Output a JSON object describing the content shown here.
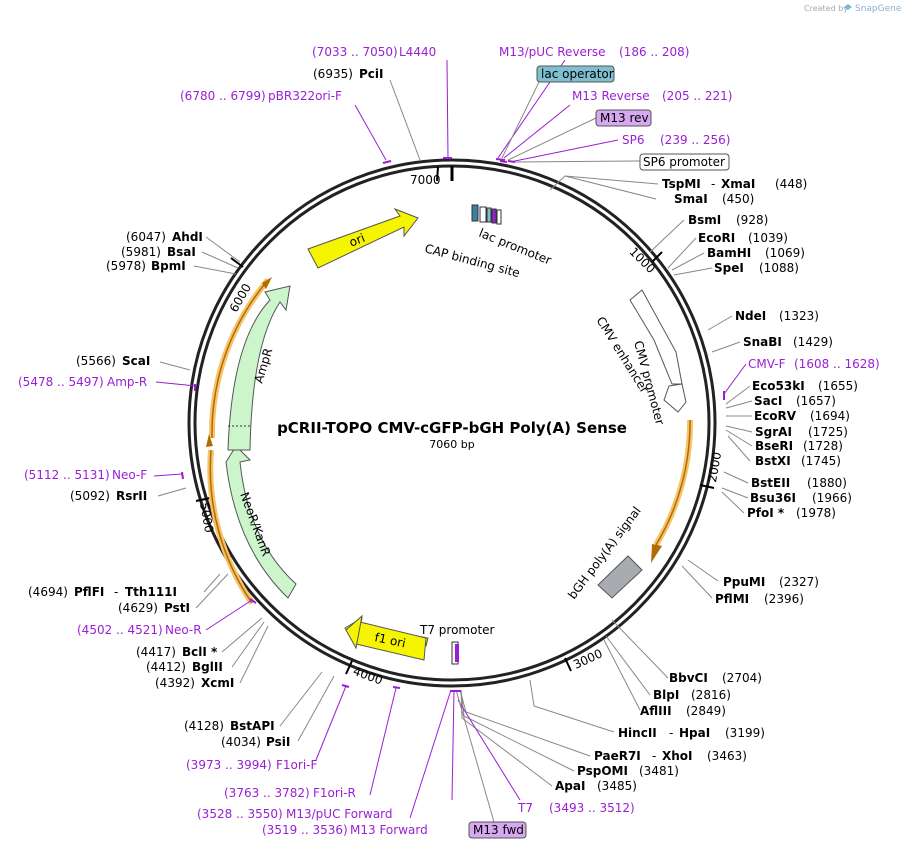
{
  "header": {
    "credit_text": "Created by",
    "credit_brand": "SnapGene"
  },
  "plasmid": {
    "name": "pCRII-TOPO CMV-cGFP-bGH Poly(A) Sense",
    "size_label": "7060 bp"
  },
  "ticks": [
    "7000",
    "1000",
    "2000",
    "3000",
    "4000",
    "5000",
    "6000"
  ],
  "features": [
    "ori",
    "lac promoter",
    "CAP binding site",
    "CMV enhancer",
    "CMV promoter",
    "bGH poly(A) signal",
    "T7 promoter",
    "f1 ori",
    "NeoR/KanR",
    "AmpR"
  ],
  "boxed_labels": [
    "lac operator",
    "M13 rev",
    "SP6 promoter",
    "M13 fwd"
  ],
  "enzymes_right": [
    {
      "name": "TspMI",
      "name2": "XmaI",
      "pos": "(448)"
    },
    {
      "name": "SmaI",
      "pos": "(450)"
    },
    {
      "name": "BsmI",
      "pos": "(928)"
    },
    {
      "name": "EcoRI",
      "pos": "(1039)"
    },
    {
      "name": "BamHI",
      "pos": "(1069)"
    },
    {
      "name": "SpeI",
      "pos": "(1088)"
    },
    {
      "name": "NdeI",
      "pos": "(1323)"
    },
    {
      "name": "SnaBI",
      "pos": "(1429)"
    },
    {
      "name": "Eco53kI",
      "pos": "(1655)"
    },
    {
      "name": "SacI",
      "pos": "(1657)"
    },
    {
      "name": "EcoRV",
      "pos": "(1694)"
    },
    {
      "name": "SgrAI",
      "pos": "(1725)"
    },
    {
      "name": "BseRI",
      "pos": "(1728)"
    },
    {
      "name": "BstXI",
      "pos": "(1745)"
    },
    {
      "name": "BstEII",
      "pos": "(1880)"
    },
    {
      "name": "Bsu36I",
      "pos": "(1966)"
    },
    {
      "name": "PfoI *",
      "pos": "(1978)"
    },
    {
      "name": "PpuMI",
      "pos": "(2327)"
    },
    {
      "name": "PflMI",
      "pos": "(2396)"
    },
    {
      "name": "BbvCI",
      "pos": "(2704)"
    },
    {
      "name": "BlpI",
      "pos": "(2816)"
    },
    {
      "name": "AflIII",
      "pos": "(2849)"
    },
    {
      "name": "HincII",
      "name2": "HpaI",
      "pos": "(3199)"
    },
    {
      "name": "PaeR7I",
      "name2": "XhoI",
      "pos": "(3463)"
    },
    {
      "name": "PspOMI",
      "pos": "(3481)"
    },
    {
      "name": "ApaI",
      "pos": "(3485)"
    }
  ],
  "enzymes_left": [
    {
      "pos": "(6935)",
      "name": "PciI"
    },
    {
      "pos": "(6047)",
      "name": "AhdI"
    },
    {
      "pos": "(5981)",
      "name": "BsaI"
    },
    {
      "pos": "(5978)",
      "name": "BpmI"
    },
    {
      "pos": "(5566)",
      "name": "ScaI"
    },
    {
      "pos": "(5092)",
      "name": "RsrII"
    },
    {
      "pos": "(4694)",
      "name": "PflFI",
      "name2": "Tth111I"
    },
    {
      "pos": "(4629)",
      "name": "PstI"
    },
    {
      "pos": "(4417)",
      "name": "BclI *"
    },
    {
      "pos": "(4412)",
      "name": "BglII"
    },
    {
      "pos": "(4392)",
      "name": "XcmI"
    },
    {
      "pos": "(4128)",
      "name": "BstAPI"
    },
    {
      "pos": "(4034)",
      "name": "PsiI"
    }
  ],
  "primers": [
    {
      "range": "(7033 .. 7050)",
      "name": "L4440"
    },
    {
      "range": "(6780 .. 6799)",
      "name": "pBR322ori-F"
    },
    {
      "range": "(186 .. 208)",
      "name": "M13/pUC Reverse"
    },
    {
      "range": "(205 .. 221)",
      "name": "M13 Reverse"
    },
    {
      "range": "(239 .. 256)",
      "name": "SP6"
    },
    {
      "range": "(1608 .. 1628)",
      "name": "CMV-F"
    },
    {
      "range": "(5478 .. 5497)",
      "name": "Amp-R"
    },
    {
      "range": "(5112 .. 5131)",
      "name": "Neo-F"
    },
    {
      "range": "(4502 .. 4521)",
      "name": "Neo-R"
    },
    {
      "range": "(3973 .. 3994)",
      "name": "F1ori-F"
    },
    {
      "range": "(3763 .. 3782)",
      "name": "F1ori-R"
    },
    {
      "range": "(3528 .. 3550)",
      "name": "M13/pUC Forward"
    },
    {
      "range": "(3519 .. 3536)",
      "name": "M13 Forward"
    },
    {
      "range": "(3493 .. 3512)",
      "name": "T7"
    }
  ],
  "colors": {
    "primer": "#9a1fd4",
    "ori": "#f5f500",
    "resistance": "#ccf5cc",
    "promoter": "#ffffff",
    "polya": "#a8acb0",
    "lac_operator": "#7fbfcf",
    "m13": "#d6a8ef",
    "orange_glow": "#f5c46a"
  }
}
